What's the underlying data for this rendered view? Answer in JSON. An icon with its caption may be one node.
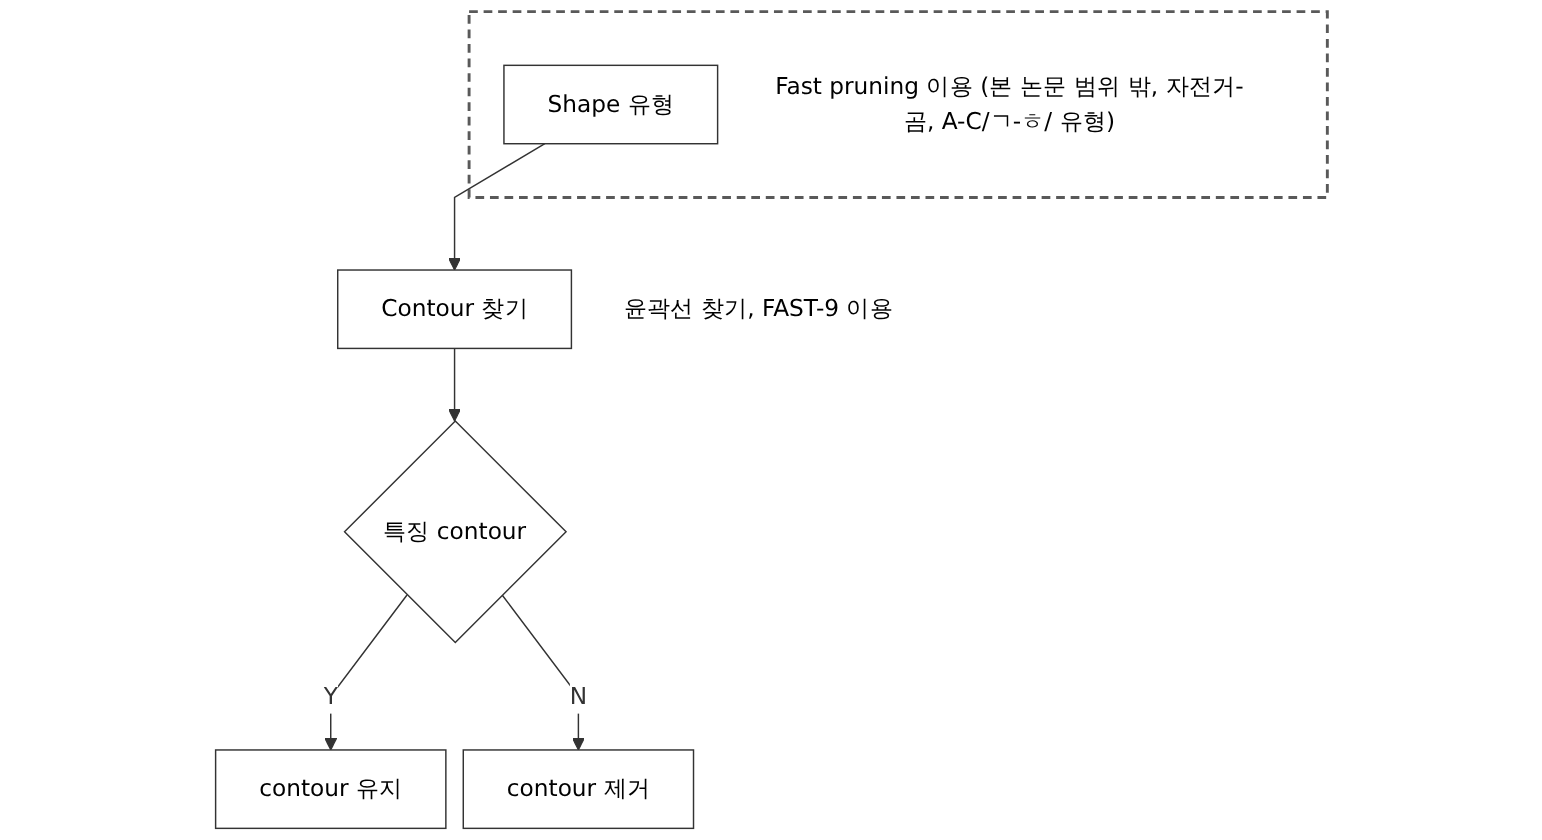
{
  "diagram": {
    "nodes": [
      {
        "text": [],
        "shape": "box"
      },
      {
        "text": [
          "Shape 유형"
        ],
        "in": 0,
        "beside": [
          "Fast pruning 이용 (본 논문 범위 밖, 자전거-곰, A-C/ㄱ-ㅎ/ 유형)"
        ]
      },
      {
        "text": [
          "Contour 찾기"
        ],
        "beside": [
          "윤곽선 찾기, FAST-9 이용"
        ]
      },
      {
        "text": [
          "특징 contour"
        ]
      },
      {
        "text": [
          "contour 유지"
        ]
      },
      {
        "text": [
          "contour 제거"
        ]
      }
    ],
    "edges": [
      {
        "from": 1,
        "to": 2,
        "arrow": "to"
      },
      {
        "from": 2,
        "to": 3,
        "arrow": "to"
      },
      {
        "from": 3,
        "to": 4,
        "label": "Y",
        "arrow": "to"
      },
      {
        "from": 3,
        "to": 5,
        "label": "N",
        "arrow": "to"
      }
    ]
  }
}
